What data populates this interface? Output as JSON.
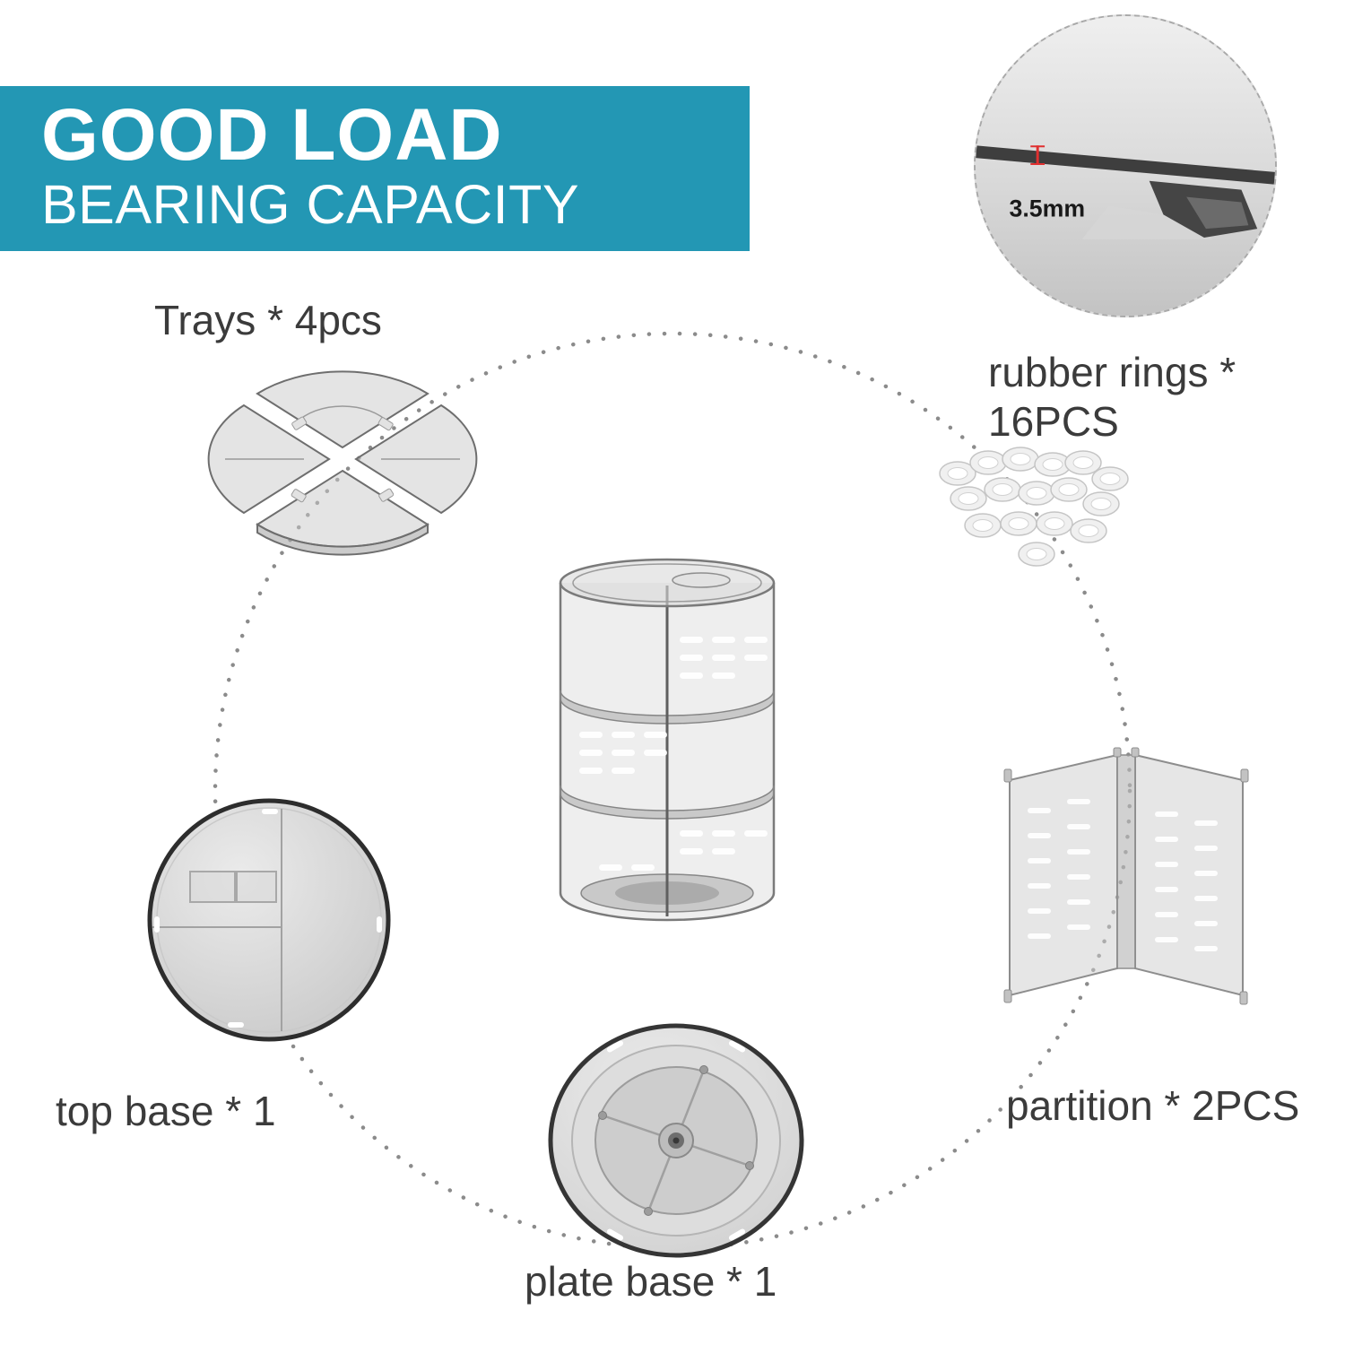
{
  "banner": {
    "title": "GOOD LOAD",
    "subtitle": "BEARING CAPACITY"
  },
  "detail_callout": {
    "measurement_label": "3.5mm"
  },
  "parts": {
    "trays": {
      "label": "Trays * 4pcs"
    },
    "rubber_rings": {
      "label_line1": "rubber rings *",
      "label_line2": "16PCS"
    },
    "top_base": {
      "label": "top base * 1"
    },
    "partition": {
      "label": "partition * 2PCS"
    },
    "plate_base": {
      "label": "plate base * 1"
    }
  },
  "colors": {
    "banner_bg": "#2397b4",
    "banner_text": "#ffffff",
    "label_text": "#3b3b3b",
    "dotted_line": "#8b8b8b",
    "measurement_red": "#e03030"
  }
}
